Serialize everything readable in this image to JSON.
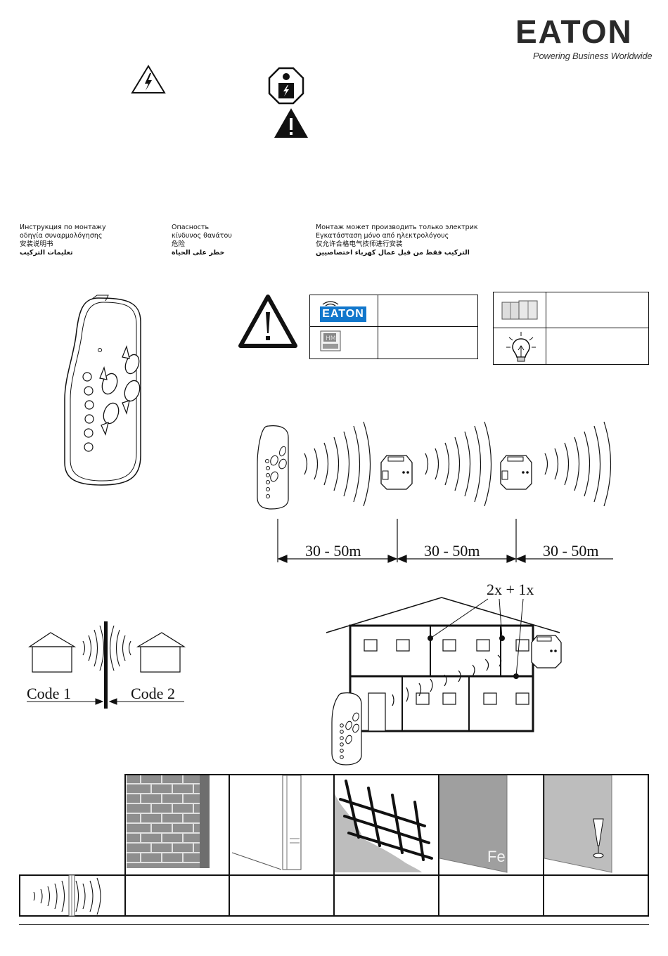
{
  "brand": {
    "name": "EATON",
    "tagline": "Powering Business Worldwide"
  },
  "icons": {
    "top": [
      "high-voltage-warning-icon",
      "electrician-icon",
      "caution-icon"
    ],
    "middle": [
      "caution-icon",
      "wireless-icon",
      "eaton-logo-icon",
      "home-manager-icon",
      "devices-icon",
      "lightbulb-icon"
    ]
  },
  "columns": {
    "col1": [
      "Инструкция по монтажу",
      "οδηγία συναρμολόγησης",
      "安装说明书",
      "تعليمات التركيب"
    ],
    "col2": [
      "Опасность",
      "κίνδυνος θανάτου",
      "危险",
      "خطر على الحياة"
    ],
    "col3": [
      "Монтаж может производить только электрик",
      "Εγκατάσταση μόνο από ηλεκτρολόγους",
      "仅允许合格电气技师进行安装",
      "التركيب فقط من قبل عمال كهرباء اختصاصيين"
    ]
  },
  "middle_table": {
    "eaton_label": "EATON"
  },
  "range": {
    "distances": [
      "30 - 50m",
      "30 - 50m",
      "30 - 50m"
    ]
  },
  "codes": {
    "left": "Code 1",
    "right": "Code 2"
  },
  "house": {
    "counter": "2x + 1x"
  },
  "materials": {
    "metal_label": "Fe"
  }
}
